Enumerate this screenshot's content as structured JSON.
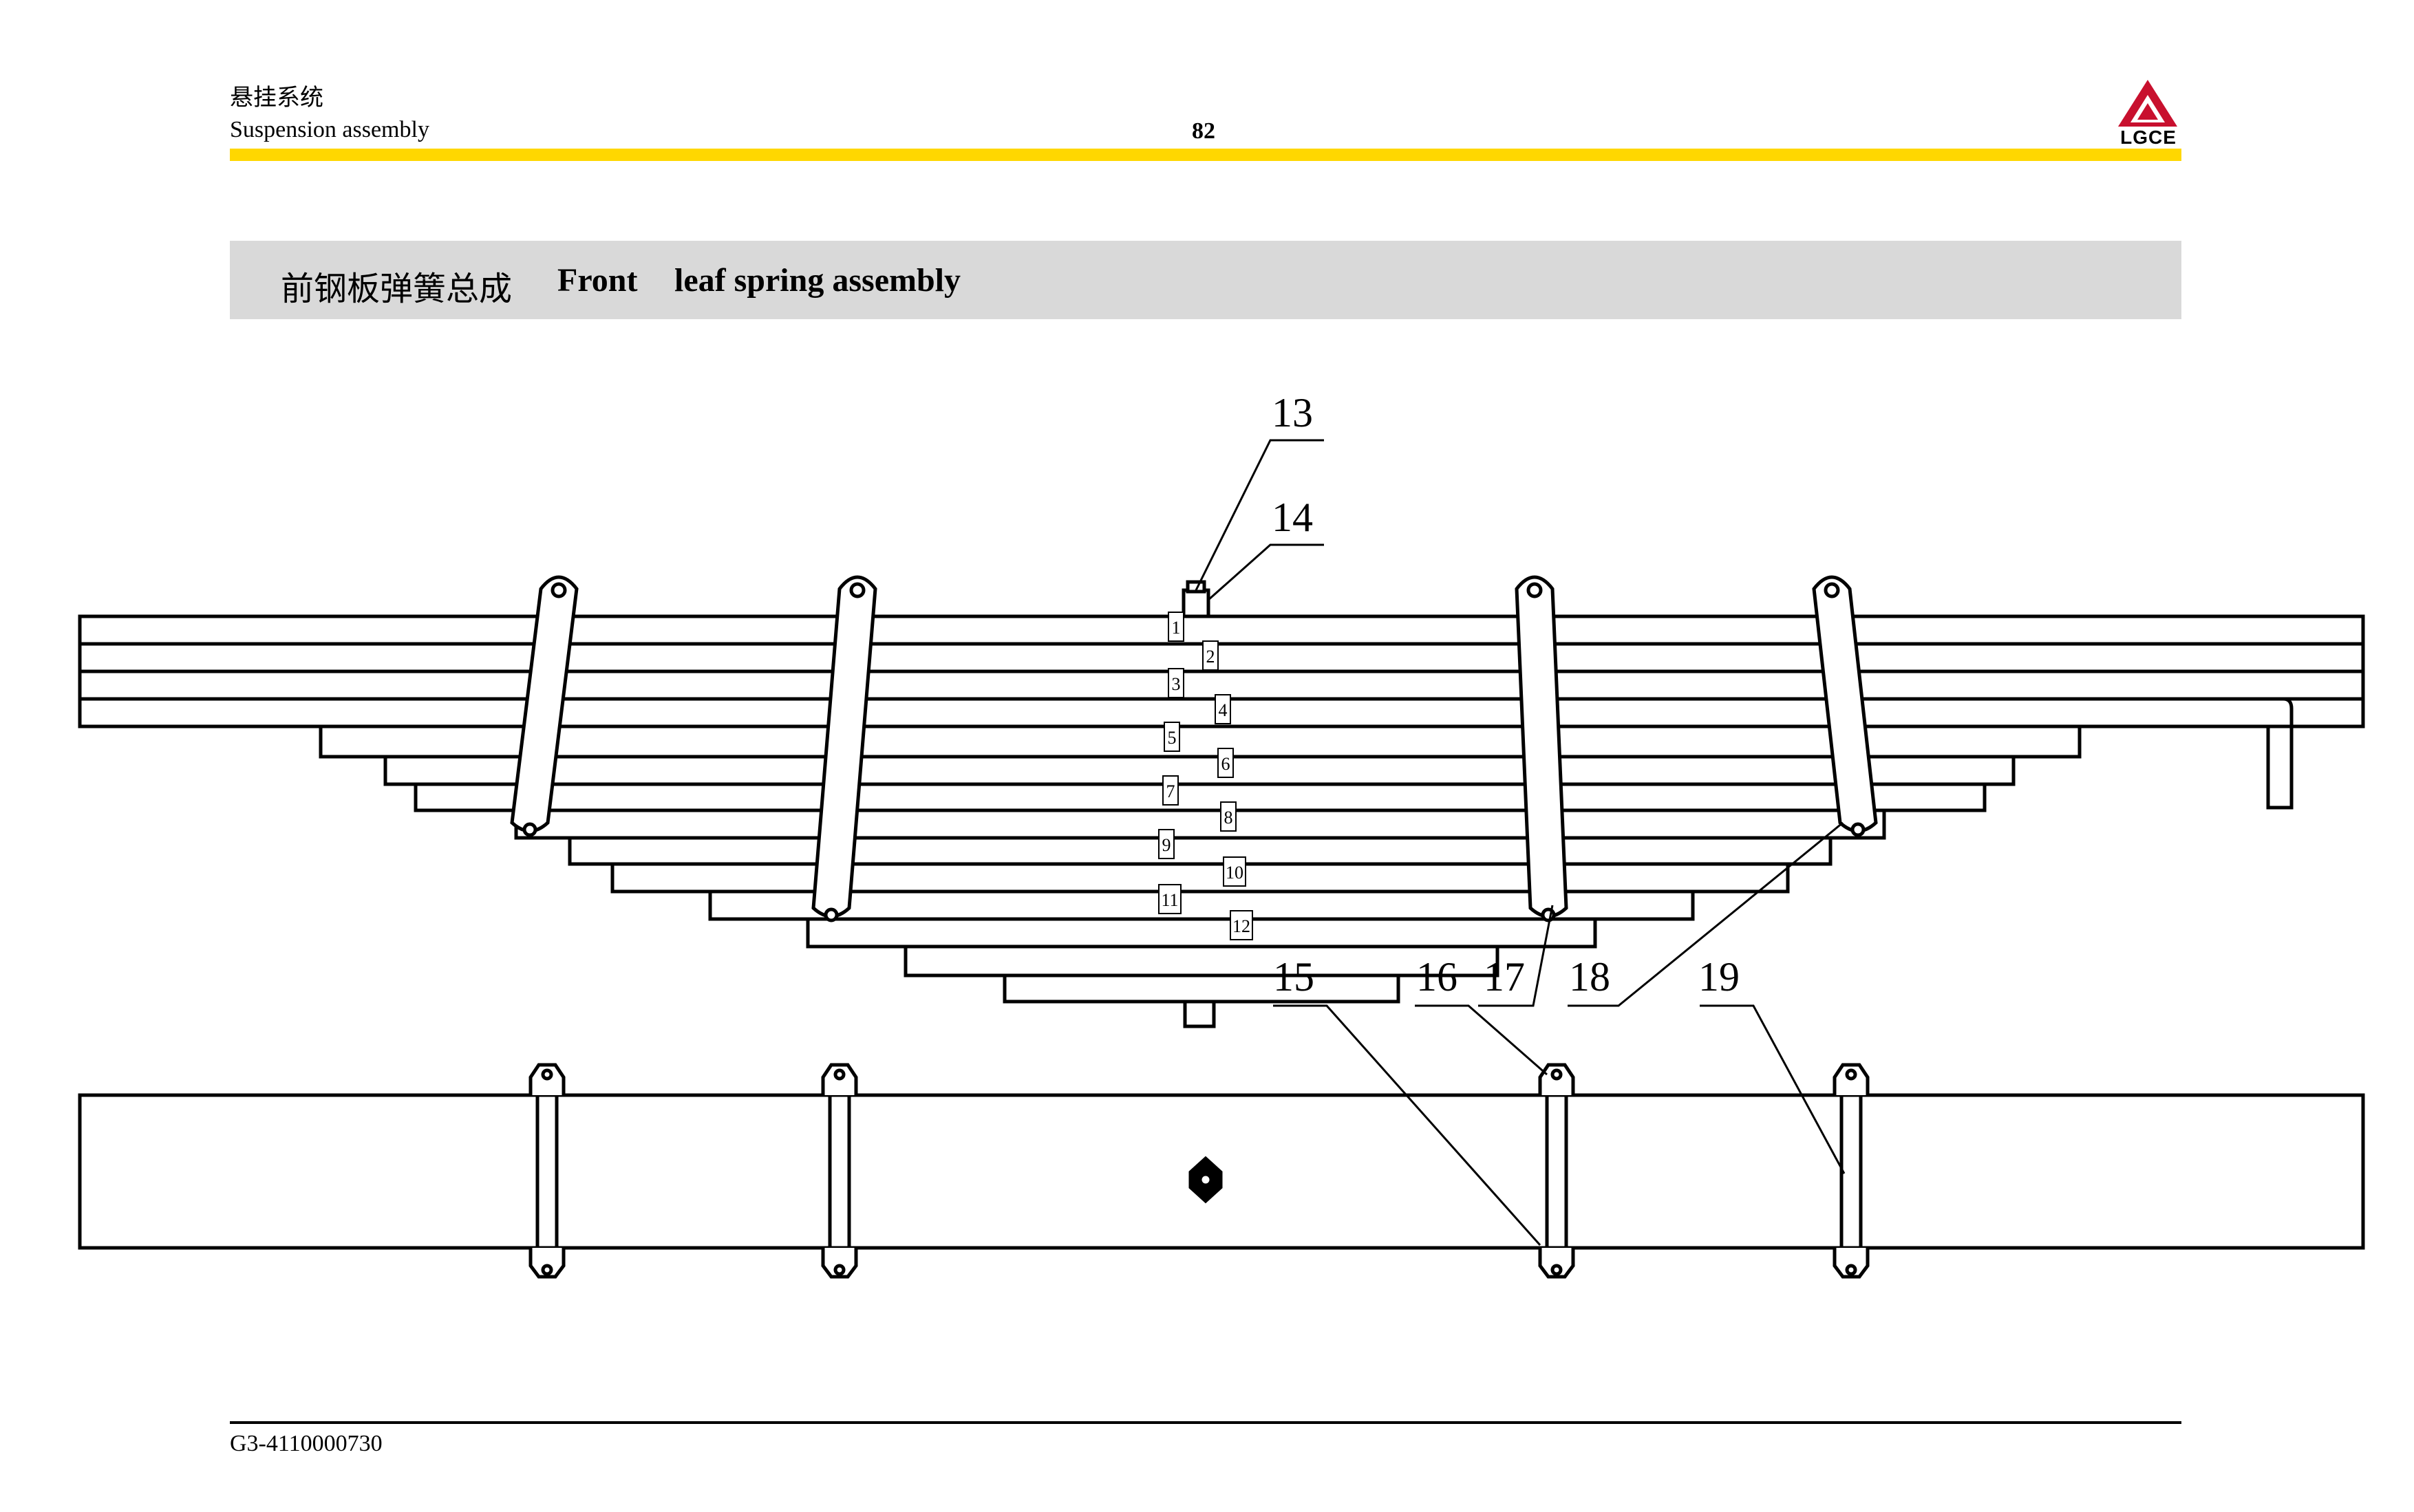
{
  "header": {
    "chinese_title": "悬挂系统",
    "english_title": "Suspension assembly",
    "page_number": "82",
    "logo_text": "LGCE"
  },
  "section": {
    "title_cn": "前钢板弹簧总成",
    "title_en_1": "Front",
    "title_en_2": "leaf spring assembly"
  },
  "callouts": [
    {
      "id": "13",
      "label": "13"
    },
    {
      "id": "14",
      "label": "14"
    },
    {
      "id": "15",
      "label": "15"
    },
    {
      "id": "16",
      "label": "16"
    },
    {
      "id": "17",
      "label": "17"
    },
    {
      "id": "18",
      "label": "18"
    },
    {
      "id": "19",
      "label": "19"
    }
  ],
  "leaf_numbers": [
    "1",
    "2",
    "3",
    "4",
    "5",
    "6",
    "7",
    "8",
    "9",
    "10",
    "11",
    "12"
  ],
  "footer": {
    "part_code": "G3-4110000730"
  },
  "colors": {
    "accent_yellow": "#ffd700",
    "title_band": "#d9d9d9",
    "line": "#000000"
  }
}
